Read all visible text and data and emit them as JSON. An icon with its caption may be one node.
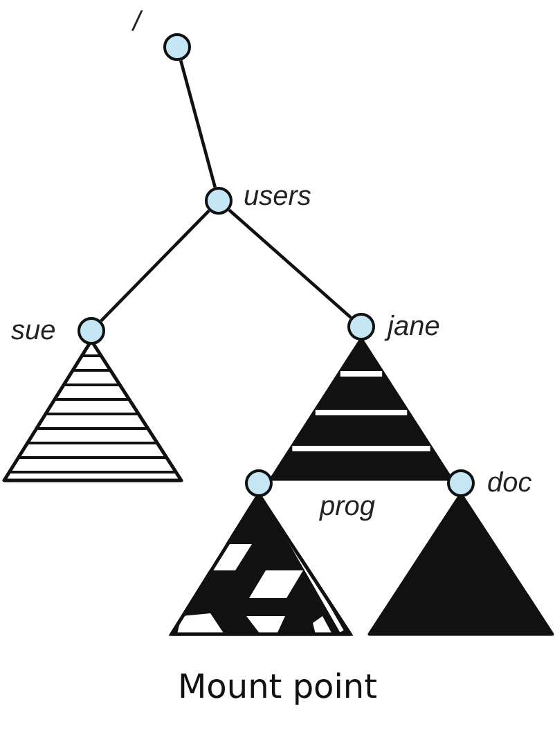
{
  "diagram": {
    "caption": "Mount point",
    "nodes": [
      {
        "text": [],
        "shape": "circle",
        "beside": [
          "/"
        ]
      },
      {
        "text": [],
        "shape": "circle",
        "beside": [
          "users"
        ]
      },
      {
        "text": [],
        "shape": "circle",
        "beside": [
          "sue"
        ]
      },
      {
        "text": [],
        "shape": "circle",
        "beside": [
          "jane"
        ]
      },
      {
        "text": [],
        "shape": "circle",
        "beside": [
          "prog"
        ]
      },
      {
        "text": [],
        "shape": "circle",
        "beside": [
          "doc"
        ]
      }
    ],
    "edges": [
      {
        "from": 0,
        "to": 1,
        "arrow": "none"
      },
      {
        "from": 1,
        "to": 2,
        "arrow": "none"
      },
      {
        "from": 1,
        "to": 3,
        "arrow": "none"
      }
    ]
  }
}
